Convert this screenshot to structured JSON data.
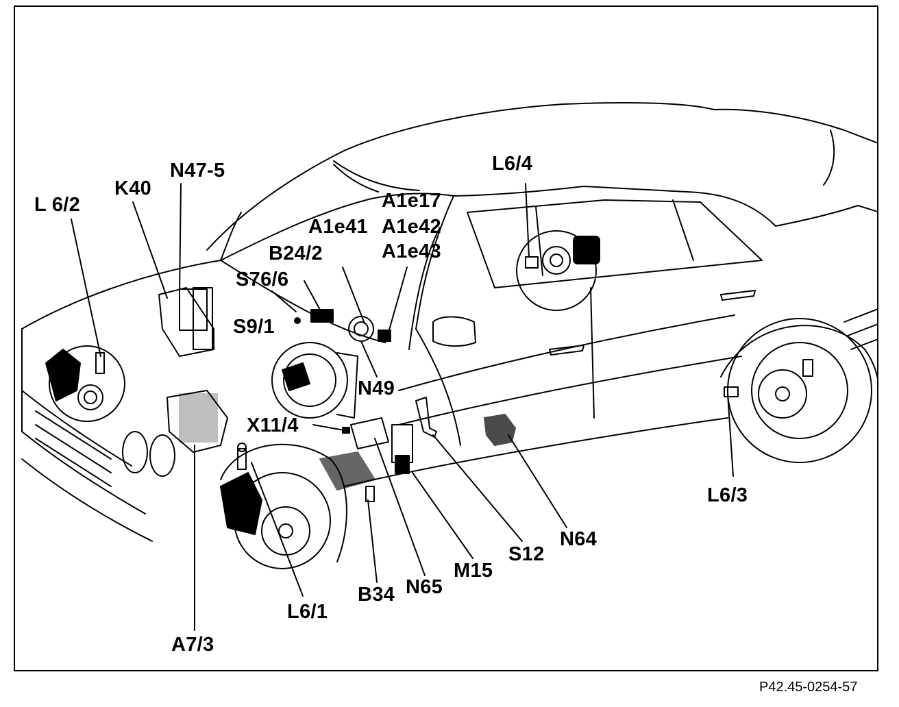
{
  "labels": {
    "l6_2": "L 6/2",
    "k40": "K40",
    "n47_5": "N47-5",
    "a1e17": "A1e17",
    "a1e41": "A1e41",
    "a1e42": "A1e42",
    "a1e43": "A1e43",
    "b24_2": "B24/2",
    "s76_6": "S76/6",
    "s9_1": "S9/1",
    "n49": "N49",
    "x11_4": "X11/4",
    "l6_4": "L6/4",
    "l6_3": "L6/3",
    "n64": "N64",
    "s12": "S12",
    "m15": "M15",
    "n65": "N65",
    "b34": "B34",
    "l6_1": "L6/1",
    "a7_3": "A7/3"
  },
  "figure_code": "P42.45-0254-57"
}
